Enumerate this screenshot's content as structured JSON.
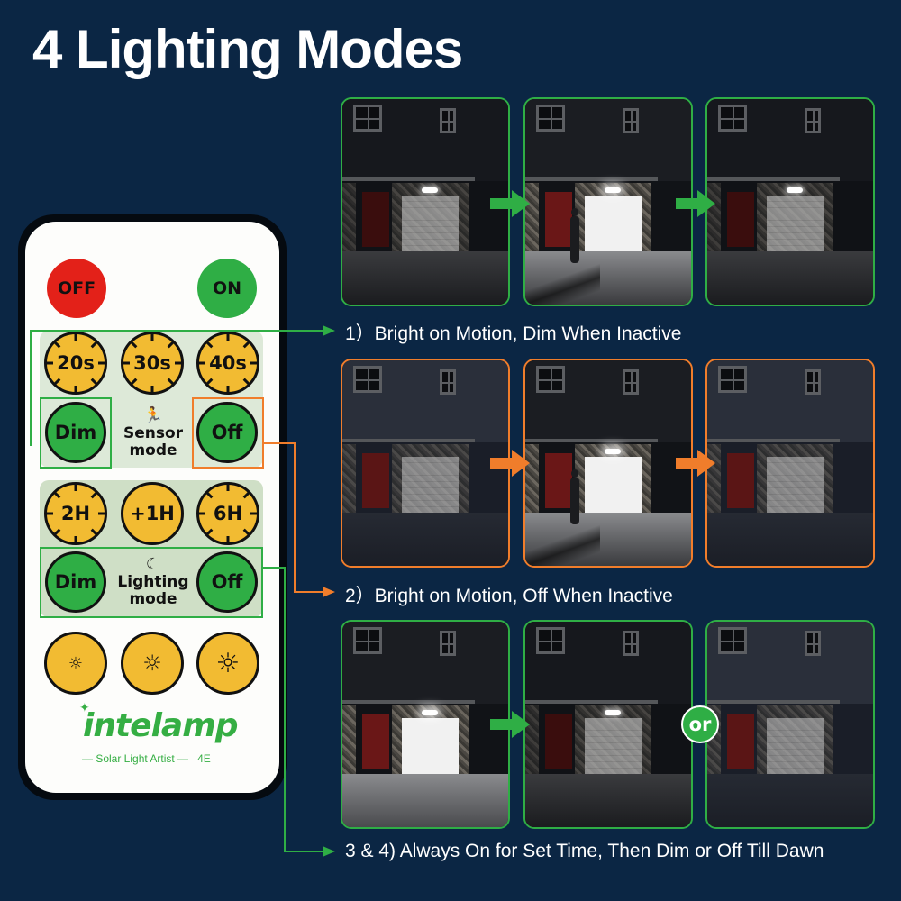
{
  "title": "4 Lighting Modes",
  "colors": {
    "background": "#0b2644",
    "green": "#2fae45",
    "orange": "#f07d2b",
    "red": "#e32119",
    "timer_yellow": "#f2bb32",
    "brand_green": "#35ae43"
  },
  "remote": {
    "power_off_label": "OFF",
    "power_on_label": "ON",
    "sensor_timers": [
      "20s",
      "30s",
      "40s"
    ],
    "sensor_dim_label": "Dim",
    "sensor_off_label": "Off",
    "sensor_mode_icon": "running-person-icon",
    "sensor_mode_label_line1": "Sensor",
    "sensor_mode_label_line2": "mode",
    "lighting_timers": [
      "2H",
      "+1H",
      "6H"
    ],
    "lighting_dim_label": "Dim",
    "lighting_off_label": "Off",
    "lighting_mode_icon": "moon-icon",
    "lighting_mode_label_line1": "Lighting",
    "lighting_mode_label_line2": "mode",
    "brightness_buttons": [
      "brightness-low-icon",
      "brightness-medium-icon",
      "brightness-high-icon"
    ],
    "brand": "intelamp",
    "tagline": "— Solar Light Artist —",
    "model": "4E"
  },
  "modes": [
    {
      "caption": "1）Bright on Motion, Dim When Inactive",
      "border_color": "#2fae45",
      "frames": [
        "dim",
        "bright-with-person",
        "dim"
      ],
      "separators": [
        "arrow",
        "arrow"
      ]
    },
    {
      "caption": "2）Bright on Motion, Off When Inactive",
      "border_color": "#f07d2b",
      "frames": [
        "off",
        "bright-with-person",
        "off"
      ],
      "separators": [
        "arrow",
        "arrow"
      ]
    },
    {
      "caption": "3 & 4)  Always On for Set Time, Then Dim or Off Till Dawn",
      "border_color": "#2fae45",
      "frames": [
        "bright",
        "dim",
        "off"
      ],
      "separators": [
        "arrow",
        "or"
      ]
    }
  ],
  "or_label": "or"
}
